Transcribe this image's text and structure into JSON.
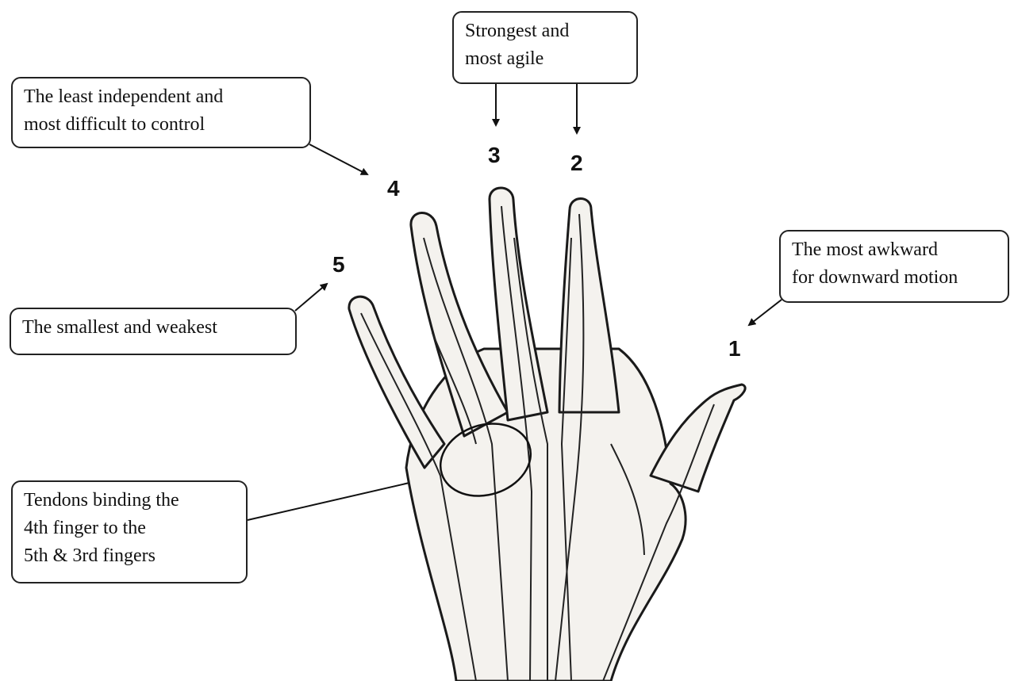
{
  "callouts": {
    "strongest": [
      "Strongest and",
      "most agile"
    ],
    "least_independent": [
      "The least independent and",
      "most difficult to control"
    ],
    "most_awkward": [
      "The most awkward",
      "for downward motion"
    ],
    "smallest": [
      "The smallest and weakest"
    ],
    "tendons": [
      "Tendons binding the",
      "4th finger to the",
      "5th & 3rd fingers"
    ]
  },
  "finger_numbers": {
    "thumb": "1",
    "index": "2",
    "middle": "3",
    "ring": "4",
    "pinky": "5"
  }
}
